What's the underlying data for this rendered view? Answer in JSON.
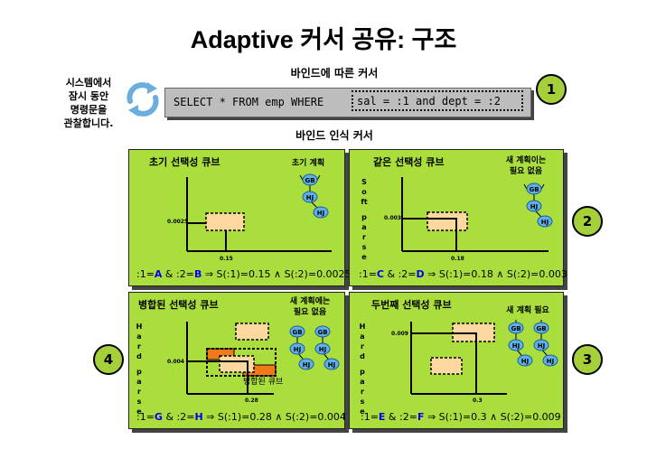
{
  "title": "Adaptive 커서 공유: 구조",
  "side_note": [
    "시스템에서",
    "잠시 동안",
    "명령문을",
    "관찰합니다."
  ],
  "subhead_bind_based": "바인드에 따른 커서",
  "subhead_bind_aware": "바인드 인식 커서",
  "sql": {
    "prefix": "SELECT * FROM emp WHERE",
    "bind_clause": "sal = :1 and dept = :2"
  },
  "step_numbers": [
    "1",
    "2",
    "3",
    "4"
  ],
  "tree_nodes": {
    "root": "GB",
    "child": "HJ",
    "leaf": "HJ"
  },
  "panels": [
    {
      "id": "p1",
      "title": "초기 선택성 큐브",
      "note": [
        "초기 계획"
      ],
      "side_label": [],
      "y_tick": "0.0025",
      "x_tick": "0.15",
      "formula": {
        "b1": "A",
        "b2": "B",
        "s1": "0.15",
        "s2": "0.0025"
      }
    },
    {
      "id": "p2",
      "title": "같은 선택성 큐브",
      "note": [
        "새 계획이는",
        "필요 없음"
      ],
      "side_label": [
        "Soft",
        "parse"
      ],
      "y_tick": "0.003",
      "x_tick": "0.18",
      "formula": {
        "b1": "C",
        "b2": "D",
        "s1": "0.18",
        "s2": "0.003"
      }
    },
    {
      "id": "p4",
      "title": "병합된 선택성 큐브",
      "note": [
        "새 계획에는",
        "필요 없음"
      ],
      "side_label": [
        "Hard",
        "parse"
      ],
      "y_tick": "0.004",
      "x_tick": "0.28",
      "merged_label": "병합된 큐브",
      "formula": {
        "b1": "G",
        "b2": "H",
        "s1": "0.28",
        "s2": "0.004"
      }
    },
    {
      "id": "p3",
      "title": "두번째 선택성 큐브",
      "note": [
        "새 계획 필요"
      ],
      "side_label": [
        "Hard",
        "parse"
      ],
      "y_tick": "0.009",
      "x_tick": "0.3",
      "formula": {
        "b1": "E",
        "b2": "F",
        "s1": "0.3",
        "s2": "0.009"
      }
    }
  ],
  "colors": {
    "panel": "#aade3c",
    "circle": "#a6d03a",
    "cube": "#ffd8a0",
    "merged": "#f07a1a",
    "node": "#5fb0e8",
    "sql_bar": "#bdbdbd"
  }
}
